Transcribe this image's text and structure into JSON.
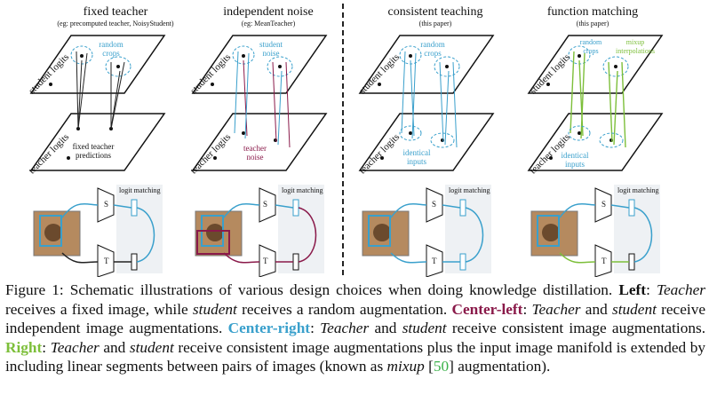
{
  "panels": [
    {
      "title": "fixed teacher",
      "subtitle": "(eg: precomputed teacher, NoisyStudent)",
      "upper_note": "random\ncrops",
      "lower_note": "fixed teacher\npredictions",
      "color": "#3aa0cc",
      "teacher_color": "#222222"
    },
    {
      "title": "independent noise",
      "subtitle": "(eg: MeanTeacher)",
      "upper_note": "student\nnoise",
      "lower_note": "teacher\nnoise",
      "color": "#3aa0cc",
      "teacher_color": "#8a1a4a"
    },
    {
      "title": "consistent teaching",
      "subtitle": "(this paper)",
      "upper_note": "random\ncrops",
      "lower_note": "identical\ninputs",
      "color": "#3aa0cc",
      "teacher_color": "#3aa0cc"
    },
    {
      "title": "function matching",
      "subtitle": "(this paper)",
      "upper_note": "random\ncrops",
      "upper_note2": "mixup\ninterpolations",
      "lower_note": "identical\ninputs",
      "color": "#3aa0cc",
      "teacher_color": "#7dbf3a"
    }
  ],
  "axes": {
    "student": "student logits",
    "teacher": "teacher logits"
  },
  "diagram": {
    "logit_matching": "logit matching",
    "student_model": "S",
    "teacher_model": "T"
  },
  "caption": {
    "prefix": "Figure 1: Schematic illustrations of various design choices when doing knowledge distillation. ",
    "left_label": "Left",
    "left_text": ": ",
    "teacher_word": "Teacher",
    "left_text2": " receives a fixed image, while ",
    "student_word": "student",
    "left_text3": " receives a random augmentation. ",
    "center_left_label": "Center-left",
    "cl_text": ": ",
    "cl_teacher": "Teacher",
    "cl_text2": " and ",
    "cl_student": "student",
    "cl_text3": " receive independent image augmentations. ",
    "center_right_label": "Center-right",
    "cr_text": ": ",
    "cr_teacher": "Teacher",
    "cr_text2": " and ",
    "cr_student": "student",
    "cr_text3": " receive consistent image augmentations. ",
    "right_label": "Right",
    "rt_text": ": ",
    "rt_teacher": "Teacher",
    "rt_text2": " and ",
    "rt_student": "student",
    "rt_text3": " receive consistent image augmentations plus the input image manifold is extended by including linear segments between pairs of images (known as ",
    "mixup_word": "mixup",
    "ref_open": " [",
    "ref_num": "50",
    "ref_close": "] augmentation)."
  }
}
